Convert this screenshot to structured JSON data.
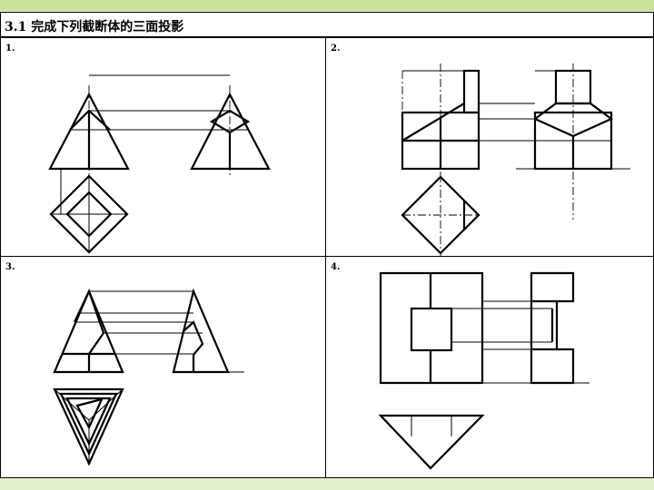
{
  "title": "3.1  完成下列截断体的三面投影",
  "problems": [
    {
      "number": "1."
    },
    {
      "number": "2."
    },
    {
      "number": "3."
    },
    {
      "number": "4."
    }
  ],
  "colors": {
    "band_top": "#c8e39a",
    "band_bottom": "#e3f1cc",
    "paper": "#ffffff",
    "line": "#000000"
  }
}
